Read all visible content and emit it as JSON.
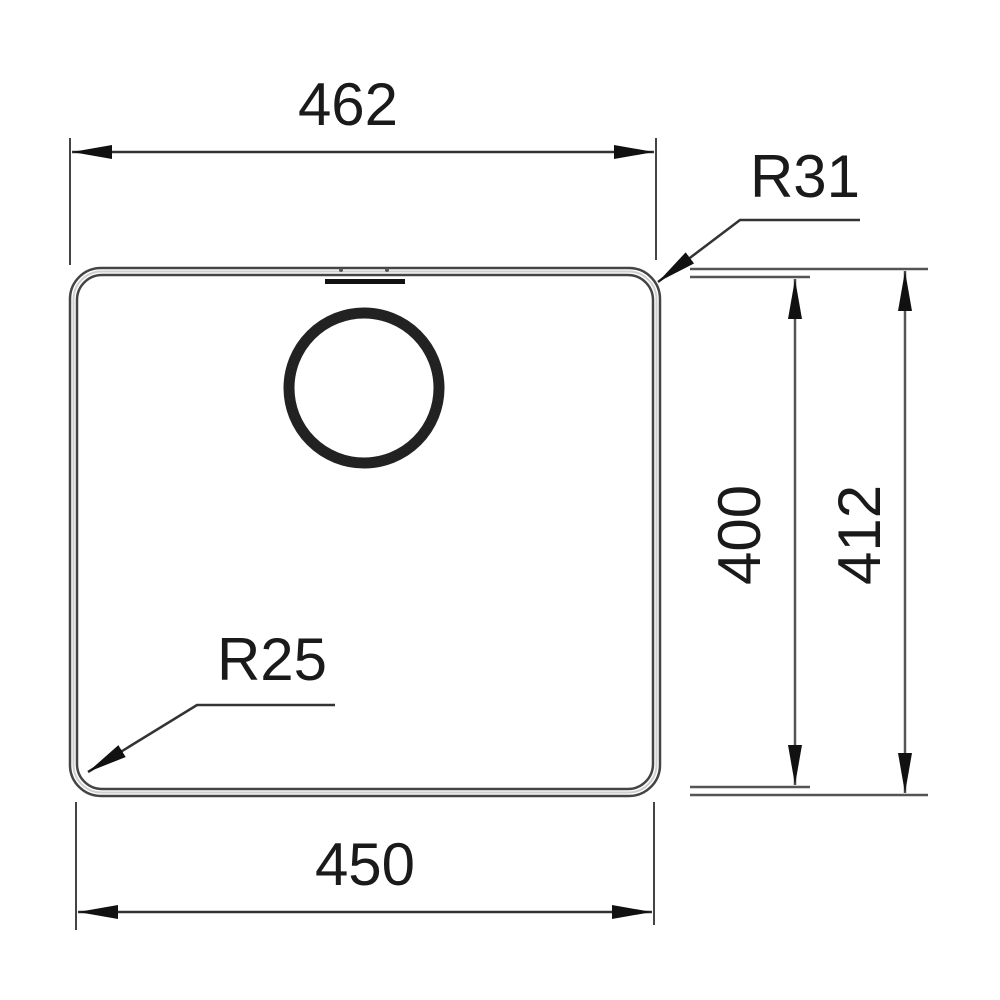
{
  "drawing": {
    "type": "sink technical drawing (top view)",
    "units": "mm",
    "line_color": "#3a3a3a",
    "outline_color": "#555555",
    "arrow_color": "#111111"
  },
  "dimensions": {
    "overall_width": "462",
    "bowl_width": "450",
    "bowl_depth": "400",
    "overall_depth": "412"
  },
  "radii": {
    "outer_corner": "R31",
    "inner_corner": "R25"
  },
  "features": {
    "drain": "circular drain outlet",
    "overflow": "overflow slot"
  }
}
